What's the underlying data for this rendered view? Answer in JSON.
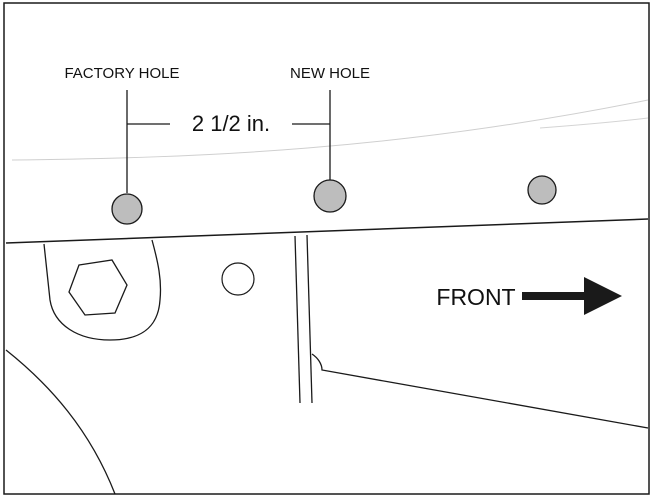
{
  "labels": {
    "factory_hole": "FACTORY HOLE",
    "new_hole": "NEW HOLE",
    "dimension": "2 1/2 in.",
    "front": "FRONT"
  },
  "colors": {
    "outline": "#1a1a1a",
    "hole_fill": "#bdbdbd",
    "background": "#ffffff",
    "faint_line": "#c8c8c8"
  }
}
